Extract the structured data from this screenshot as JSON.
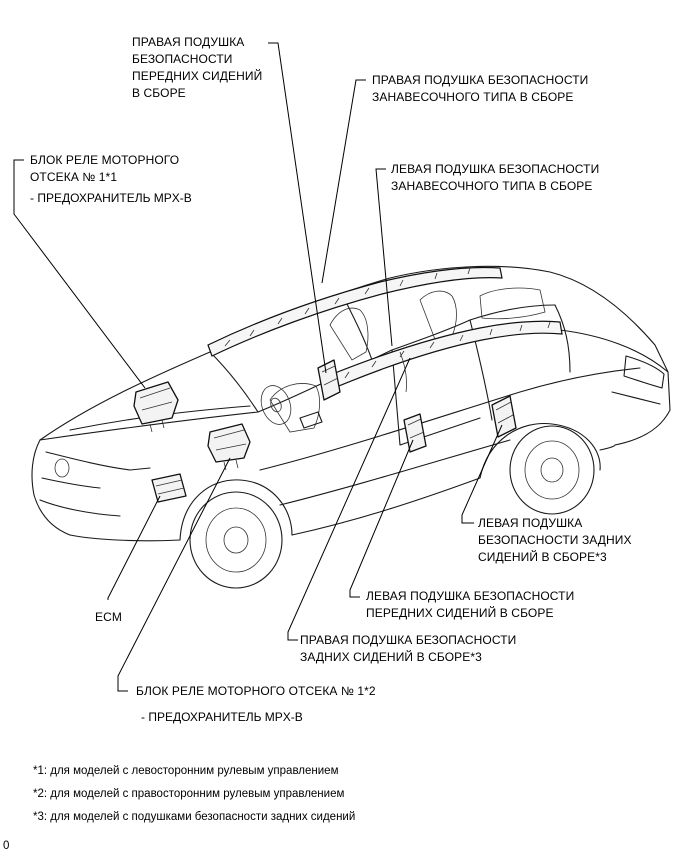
{
  "labels": {
    "right_front_seat_airbag": "ПРАВАЯ ПОДУШКА\nБЕЗОПАСНОСТИ\nПЕРЕДНИХ СИДЕНИЙ\nВ СБОРЕ",
    "right_curtain_airbag": "ПРАВАЯ ПОДУШКА БЕЗОПАСНОСТИ\nЗАНАВЕСОЧНОГО ТИПА В СБОРЕ",
    "engine_relay_block_1": "БЛОК РЕЛЕ МОТОРНОГО\nОТСЕКА № 1*1",
    "engine_relay_block_1_fuse": "- ПРЕДОХРАНИТЕЛЬ MPX-B",
    "left_curtain_airbag": "ЛЕВАЯ ПОДУШКА БЕЗОПАСНОСТИ\nЗАНАВЕСОЧНОГО ТИПА В СБОРЕ",
    "left_rear_seat_airbag": "ЛЕВАЯ ПОДУШКА\nБЕЗОПАСНОСТИ ЗАДНИХ\nСИДЕНИЙ В СБОРЕ*3",
    "left_front_seat_airbag": "ЛЕВАЯ ПОДУШКА БЕЗОПАСНОСТИ\nПЕРЕДНИХ СИДЕНИЙ В СБОРЕ",
    "right_rear_seat_airbag": "ПРАВАЯ ПОДУШКА БЕЗОПАСНОСТИ\nЗАДНИХ СИДЕНИЙ В СБОРЕ*3",
    "ecm": "ECM",
    "engine_relay_block_2": "БЛОК РЕЛЕ МОТОРНОГО ОТСЕКА № 1*2",
    "engine_relay_block_2_fuse": "- ПРЕДОХРАНИТЕЛЬ MPX-B"
  },
  "notes": [
    "*1: для моделей с левосторонним рулевым управлением",
    "*2: для моделей с правосторонним рулевым управлением",
    "*3: для моделей с подушками безопасности задних сидений"
  ],
  "figure_code": "0"
}
